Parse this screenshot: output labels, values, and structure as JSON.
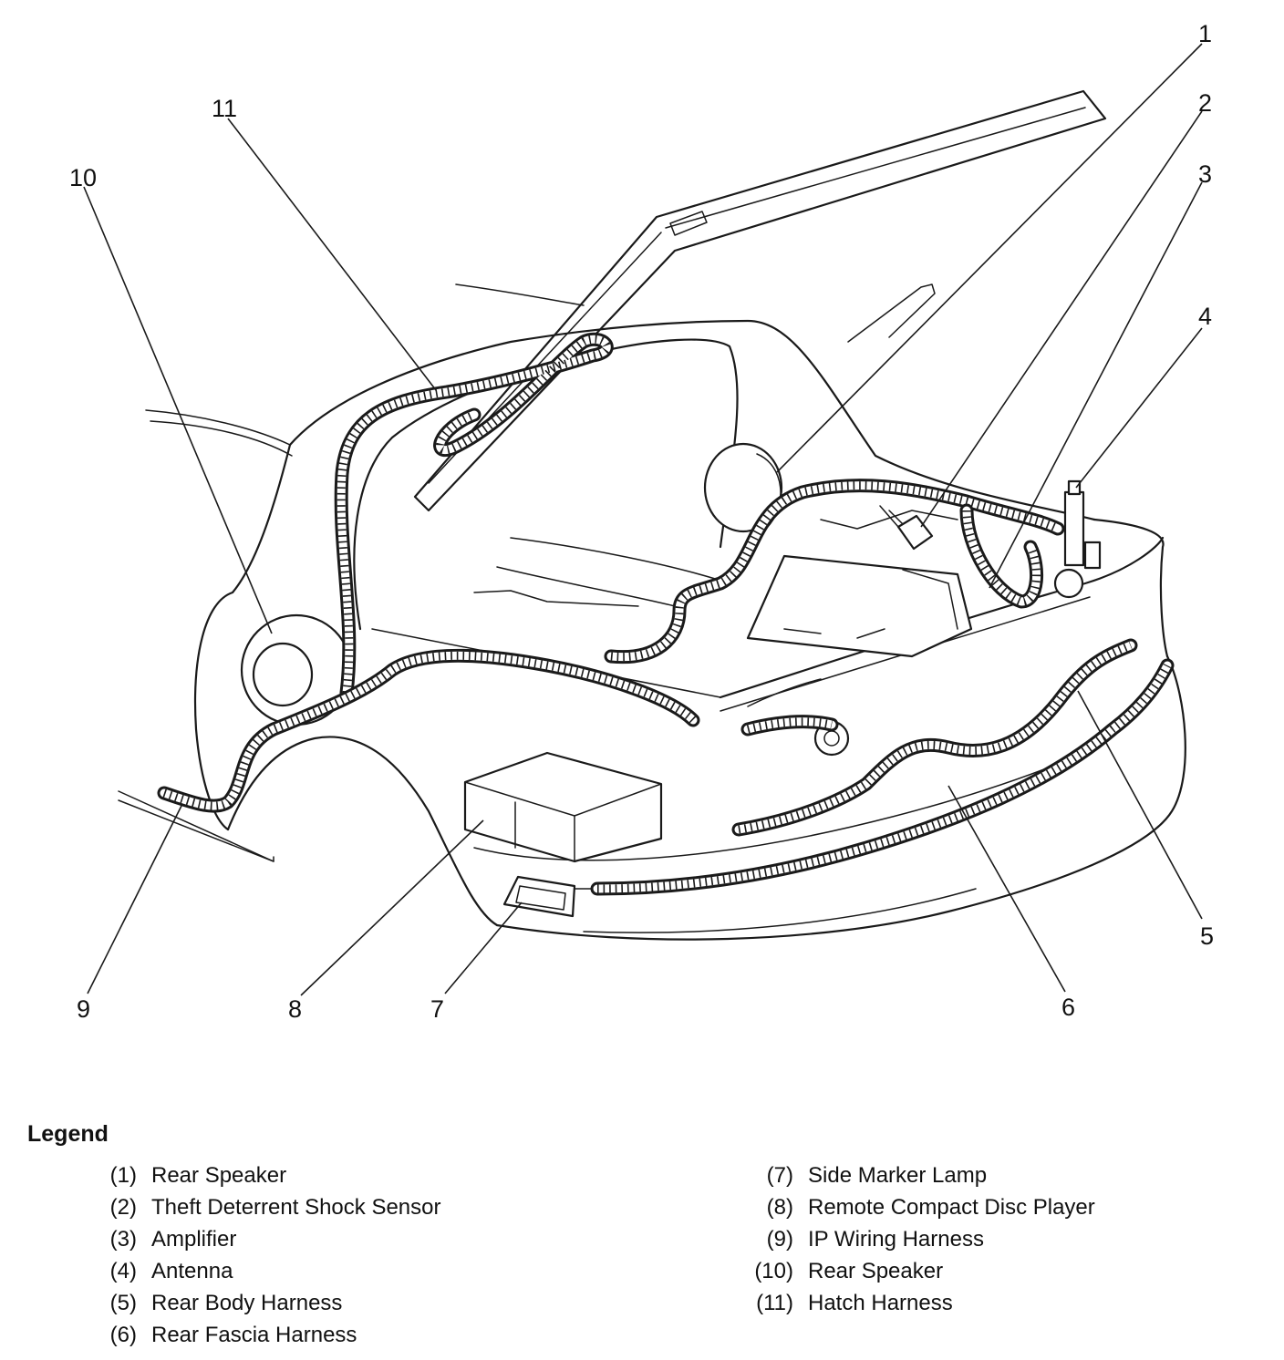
{
  "callouts": [
    {
      "num": "1",
      "label": "Rear Speaker"
    },
    {
      "num": "2",
      "label": "Theft Deterrent Shock Sensor"
    },
    {
      "num": "3",
      "label": "Amplifier"
    },
    {
      "num": "4",
      "label": "Antenna"
    },
    {
      "num": "5",
      "label": "Rear Body Harness"
    },
    {
      "num": "6",
      "label": "Rear Fascia Harness"
    },
    {
      "num": "7",
      "label": "Side Marker Lamp"
    },
    {
      "num": "8",
      "label": "Remote Compact Disc Player"
    },
    {
      "num": "9",
      "label": "IP Wiring Harness"
    },
    {
      "num": "10",
      "label": "Rear Speaker"
    },
    {
      "num": "11",
      "label": "Hatch Harness"
    }
  ],
  "legend": {
    "title": "Legend",
    "items": [
      {
        "num": "(1)",
        "label": "Rear Speaker"
      },
      {
        "num": "(2)",
        "label": "Theft Deterrent Shock Sensor"
      },
      {
        "num": "(3)",
        "label": "Amplifier"
      },
      {
        "num": "(4)",
        "label": "Antenna"
      },
      {
        "num": "(5)",
        "label": "Rear Body Harness"
      },
      {
        "num": "(6)",
        "label": "Rear Fascia Harness"
      },
      {
        "num": "(7)",
        "label": "Side Marker Lamp"
      },
      {
        "num": "(8)",
        "label": "Remote Compact Disc Player"
      },
      {
        "num": "(9)",
        "label": "IP Wiring Harness"
      },
      {
        "num": "(10)",
        "label": "Rear Speaker"
      },
      {
        "num": "(11)",
        "label": "Hatch Harness"
      }
    ]
  }
}
